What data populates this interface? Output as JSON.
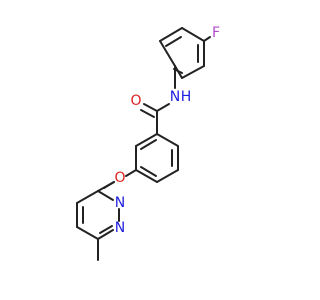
{
  "molecule": {
    "atoms": {
      "fluorine": "F",
      "amide_nitrogen": "N",
      "amide_hydrogen": "H",
      "carbonyl_oxygen": "O",
      "ether_oxygen": "O",
      "ring_nitrogen_1": "N",
      "ring_nitrogen_2": "N"
    },
    "colors": {
      "bond": "#222222",
      "fluorine": "#B24AC8",
      "nitrogen": "#2020E0",
      "oxygen": "#E02020"
    }
  }
}
